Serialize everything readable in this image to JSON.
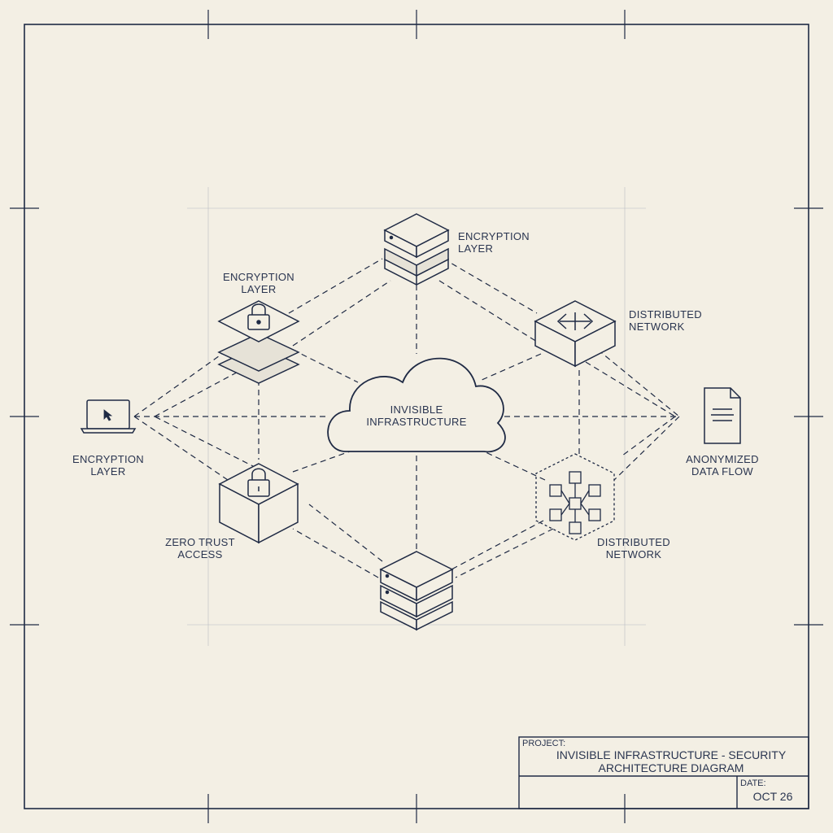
{
  "diagram": {
    "colors": {
      "ink": "#1f2a44",
      "paper": "#f3efe4",
      "grid": "#8a93a8"
    },
    "center": {
      "line1": "INVISIBLE",
      "line2": "INFRASTRUCTURE"
    },
    "nodes": {
      "top": {
        "line1": "ENCRYPTION",
        "line2": "LAYER",
        "icon": "server-stack-icon"
      },
      "upper_left": {
        "line1": "ENCRYPTION",
        "line2": "LAYER",
        "icon": "padlock-layers-icon"
      },
      "upper_right": {
        "line1": "DISTRIBUTED",
        "line2": "NETWORK",
        "icon": "router-icon"
      },
      "left": {
        "line1": "ENCRYPTION",
        "line2": "LAYER",
        "icon": "laptop-icon"
      },
      "right": {
        "line1": "ANONYMIZED",
        "line2": "DATA FLOW",
        "icon": "document-icon"
      },
      "lower_left": {
        "line1": "ZERO TRUST",
        "line2": "ACCESS",
        "icon": "lock-cube-icon"
      },
      "lower_right": {
        "line1": "DISTRIBUTED",
        "line2": "NETWORK",
        "icon": "block-network-icon"
      },
      "bottom": {
        "icon": "server-rack-icon"
      }
    },
    "title_block": {
      "project_label": "PROJECT:",
      "project_line1": "INVISIBLE INFRASTRUCTURE - SECURITY",
      "project_line2": "ARCHITECTURE DIAGRAM",
      "date_label": "DATE:",
      "date_value": "OCT 26"
    }
  }
}
